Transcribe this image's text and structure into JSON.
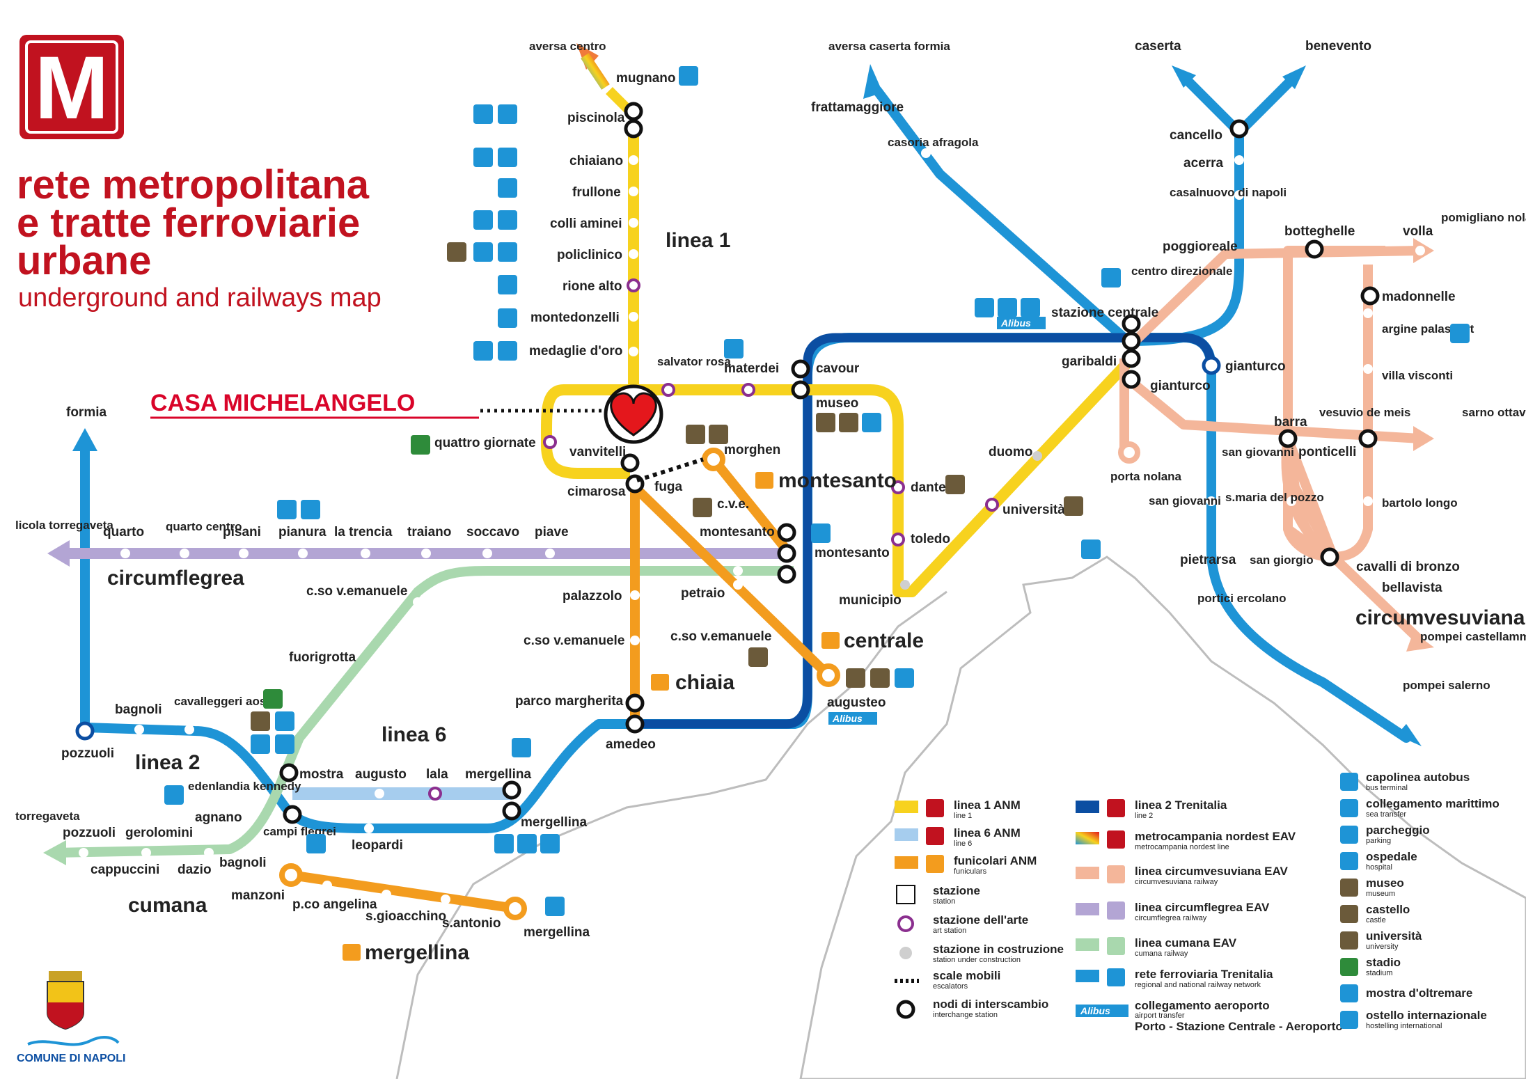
{
  "title": {
    "logo_letter": "M",
    "line1": "rete metropolitana",
    "line2": "e tratte ferroviarie",
    "line3": "urbane",
    "subtitle": "underground and railways map"
  },
  "marker": {
    "label": "CASA MICHELANGELO",
    "icon": "heart-icon"
  },
  "colors": {
    "linea1": "#f7d21e",
    "linea6": "#a6cdee",
    "funicolari": "#f39c1e",
    "linea2": "#1e94d6",
    "metro_nordest": "#f07b3a",
    "circumvesuviana": "#f4b69a",
    "circumflegrea": "#b3a5d4",
    "cumana": "#a9d8ae",
    "anm_blue": "#0b4ea2",
    "brand_red": "#c1121f"
  },
  "line_names": {
    "linea1": "linea 1",
    "linea6": "linea 6",
    "linea2": "linea 2",
    "circumflegrea": "circumflegrea",
    "cumana": "cumana",
    "circumvesuviana": "circumvesuviana",
    "fun_montesanto": "montesanto",
    "fun_centrale": "centrale",
    "fun_chiaia": "chiaia",
    "fun_mergellina": "mergellina"
  },
  "stations": {
    "aversa_centro": "aversa centro",
    "mugnano": "mugnano",
    "piscinola": "piscinola",
    "chiaiano": "chiaiano",
    "frullone": "frullone",
    "colli_aminei": "colli aminei",
    "policlinico": "policlinico",
    "rione_alto": "rione alto",
    "montedonzelli": "montedonzelli",
    "medaglie_doro": "medaglie d'oro",
    "vanvitelli": "vanvitelli",
    "quattro_giornate": "quattro giornate",
    "salvator_rosa": "salvator rosa",
    "materdei": "materdei",
    "cavour": "cavour",
    "museo": "museo",
    "dante": "dante",
    "toledo": "toledo",
    "municipio": "municipio",
    "universita": "università",
    "duomo": "duomo",
    "garibaldi": "garibaldi",
    "stazione_centrale": "stazione centrale",
    "gianturco_a": "gianturco",
    "gianturco_b": "gianturco",
    "centro_direzionale": "centro direzionale",
    "poggioreale": "poggioreale",
    "casalnuovo": "casalnuovo di napoli",
    "acerra": "acerra",
    "cancello": "cancello",
    "caserta": "caserta",
    "benevento": "benevento",
    "aversa_caserta_formia": "aversa caserta formia",
    "frattamaggiore": "frattamaggiore",
    "casoria": "casoria afragola",
    "botteghelle": "botteghelle",
    "volla": "volla",
    "pomigliano": "pomigliano nola baiano",
    "madonnelle": "madonnelle",
    "argine": "argine palasport",
    "villa_visconti": "villa visconti",
    "sarno": "sarno ottaviano",
    "barra": "barra",
    "vesuvio": "vesuvio de meis",
    "ponticelli": "ponticelli",
    "san_giovanni_a": "san giovanni",
    "san_giovanni_b": "san giovanni",
    "porta_nolana": "porta nolana",
    "s_maria_pozzo": "s.maria del pozzo",
    "bartolo_longo": "bartolo longo",
    "san_giorgio": "san giorgio",
    "cavalli": "cavalli di bronzo",
    "bellavista": "bellavista",
    "pietrarsa": "pietrarsa",
    "portici": "portici ercolano",
    "pompei_cast": "pompei castellammare sorrento",
    "pompei_salerno": "pompei salerno",
    "morghen": "morghen",
    "cimarosa": "cimarosa",
    "fuga": "fuga",
    "cve": "c.v.e.",
    "montesanto_1": "montesanto",
    "montesanto_2": "montesanto",
    "palazzolo": "palazzolo",
    "petraio": "petraio",
    "cso_ve_1": "c.so v.emanuele",
    "cso_ve_2": "c.so v.emanuele",
    "cso_ve_3": "c.so v.emanuele",
    "parco_margherita": "parco margherita",
    "amedeo": "amedeo",
    "augusteo": "augusteo",
    "licola": "licola torregaveta",
    "quarto": "quarto",
    "quarto_centro": "quarto centro",
    "pisani": "pisani",
    "pianura": "pianura",
    "la_trencia": "la trencia",
    "traiano": "traiano",
    "soccavo": "soccavo",
    "piave": "piave",
    "formia": "formia",
    "fuorigrotta": "fuorigrotta",
    "bagnoli_1": "bagnoli",
    "bagnoli_2": "bagnoli",
    "cavalleggeri": "cavalleggeri aosta",
    "pozzuoli_1": "pozzuoli",
    "pozzuoli_2": "pozzuoli",
    "edenlandia": "edenlandia kennedy",
    "mostra": "mostra",
    "augusto": "augusto",
    "lala": "lala",
    "mergellina_a": "mergellina",
    "mergellina_b": "mergellina",
    "mergellina_c": "mergellina",
    "agnano": "agnano",
    "campi_flegrei": "campi flegrei",
    "leopardi": "leopardi",
    "torregaveta": "torregaveta",
    "gerolomini": "gerolomini",
    "cappuccini": "cappuccini",
    "dazio": "dazio",
    "manzoni": "manzoni",
    "pco_angelina": "p.co angelina",
    "s_gioacchino": "s.gioacchino",
    "s_antonio": "s.antonio"
  },
  "legend": {
    "col1": [
      {
        "label": "linea 1 ANM",
        "sub": "line 1"
      },
      {
        "label": "linea 6 ANM",
        "sub": "line 6"
      },
      {
        "label": "funicolari ANM",
        "sub": "funiculars"
      },
      {
        "label": "stazione",
        "sub": "station"
      },
      {
        "label": "stazione dell'arte",
        "sub": "art station"
      },
      {
        "label": "stazione in costruzione",
        "sub": "station under construction"
      },
      {
        "label": "scale mobili",
        "sub": "escalators"
      },
      {
        "label": "nodi di interscambio",
        "sub": "interchange station"
      }
    ],
    "col2": [
      {
        "label": "linea 2 Trenitalia",
        "sub": "line 2"
      },
      {
        "label": "metrocampania nordest EAV",
        "sub": "metrocampania nordest line"
      },
      {
        "label": "linea circumvesuviana EAV",
        "sub": "circumvesuviana railway"
      },
      {
        "label": "linea circumflegrea EAV",
        "sub": "circumflegrea railway"
      },
      {
        "label": "linea cumana EAV",
        "sub": "cumana railway"
      },
      {
        "label": "rete ferroviaria Trenitalia",
        "sub": "regional and national railway network"
      },
      {
        "label": "collegamento aeroporto",
        "sub": "airport transfer"
      }
    ],
    "airport_route": "Porto - Stazione Centrale - Aeroporto",
    "alibus": "Alibus",
    "col3": [
      {
        "label": "capolinea autobus",
        "sub": "bus terminal",
        "icon": "bus-icon"
      },
      {
        "label": "collegamento marittimo",
        "sub": "sea transfer",
        "icon": "ship-icon"
      },
      {
        "label": "parcheggio",
        "sub": "parking",
        "icon": "parking-icon"
      },
      {
        "label": "ospedale",
        "sub": "hospital",
        "icon": "hospital-icon"
      },
      {
        "label": "museo",
        "sub": "museum",
        "icon": "museum-icon"
      },
      {
        "label": "castello",
        "sub": "castle",
        "icon": "castle-icon"
      },
      {
        "label": "università",
        "sub": "university",
        "icon": "university-icon"
      },
      {
        "label": "stadio",
        "sub": "stadium",
        "icon": "stadium-icon"
      },
      {
        "label": "mostra d'oltremare",
        "sub": "",
        "icon": "exhibition-icon"
      },
      {
        "label": "ostello internazionale",
        "sub": "hostelling international",
        "icon": "hostel-icon"
      }
    ]
  },
  "footer": {
    "comune": "COMUNE DI NAPOLI"
  }
}
